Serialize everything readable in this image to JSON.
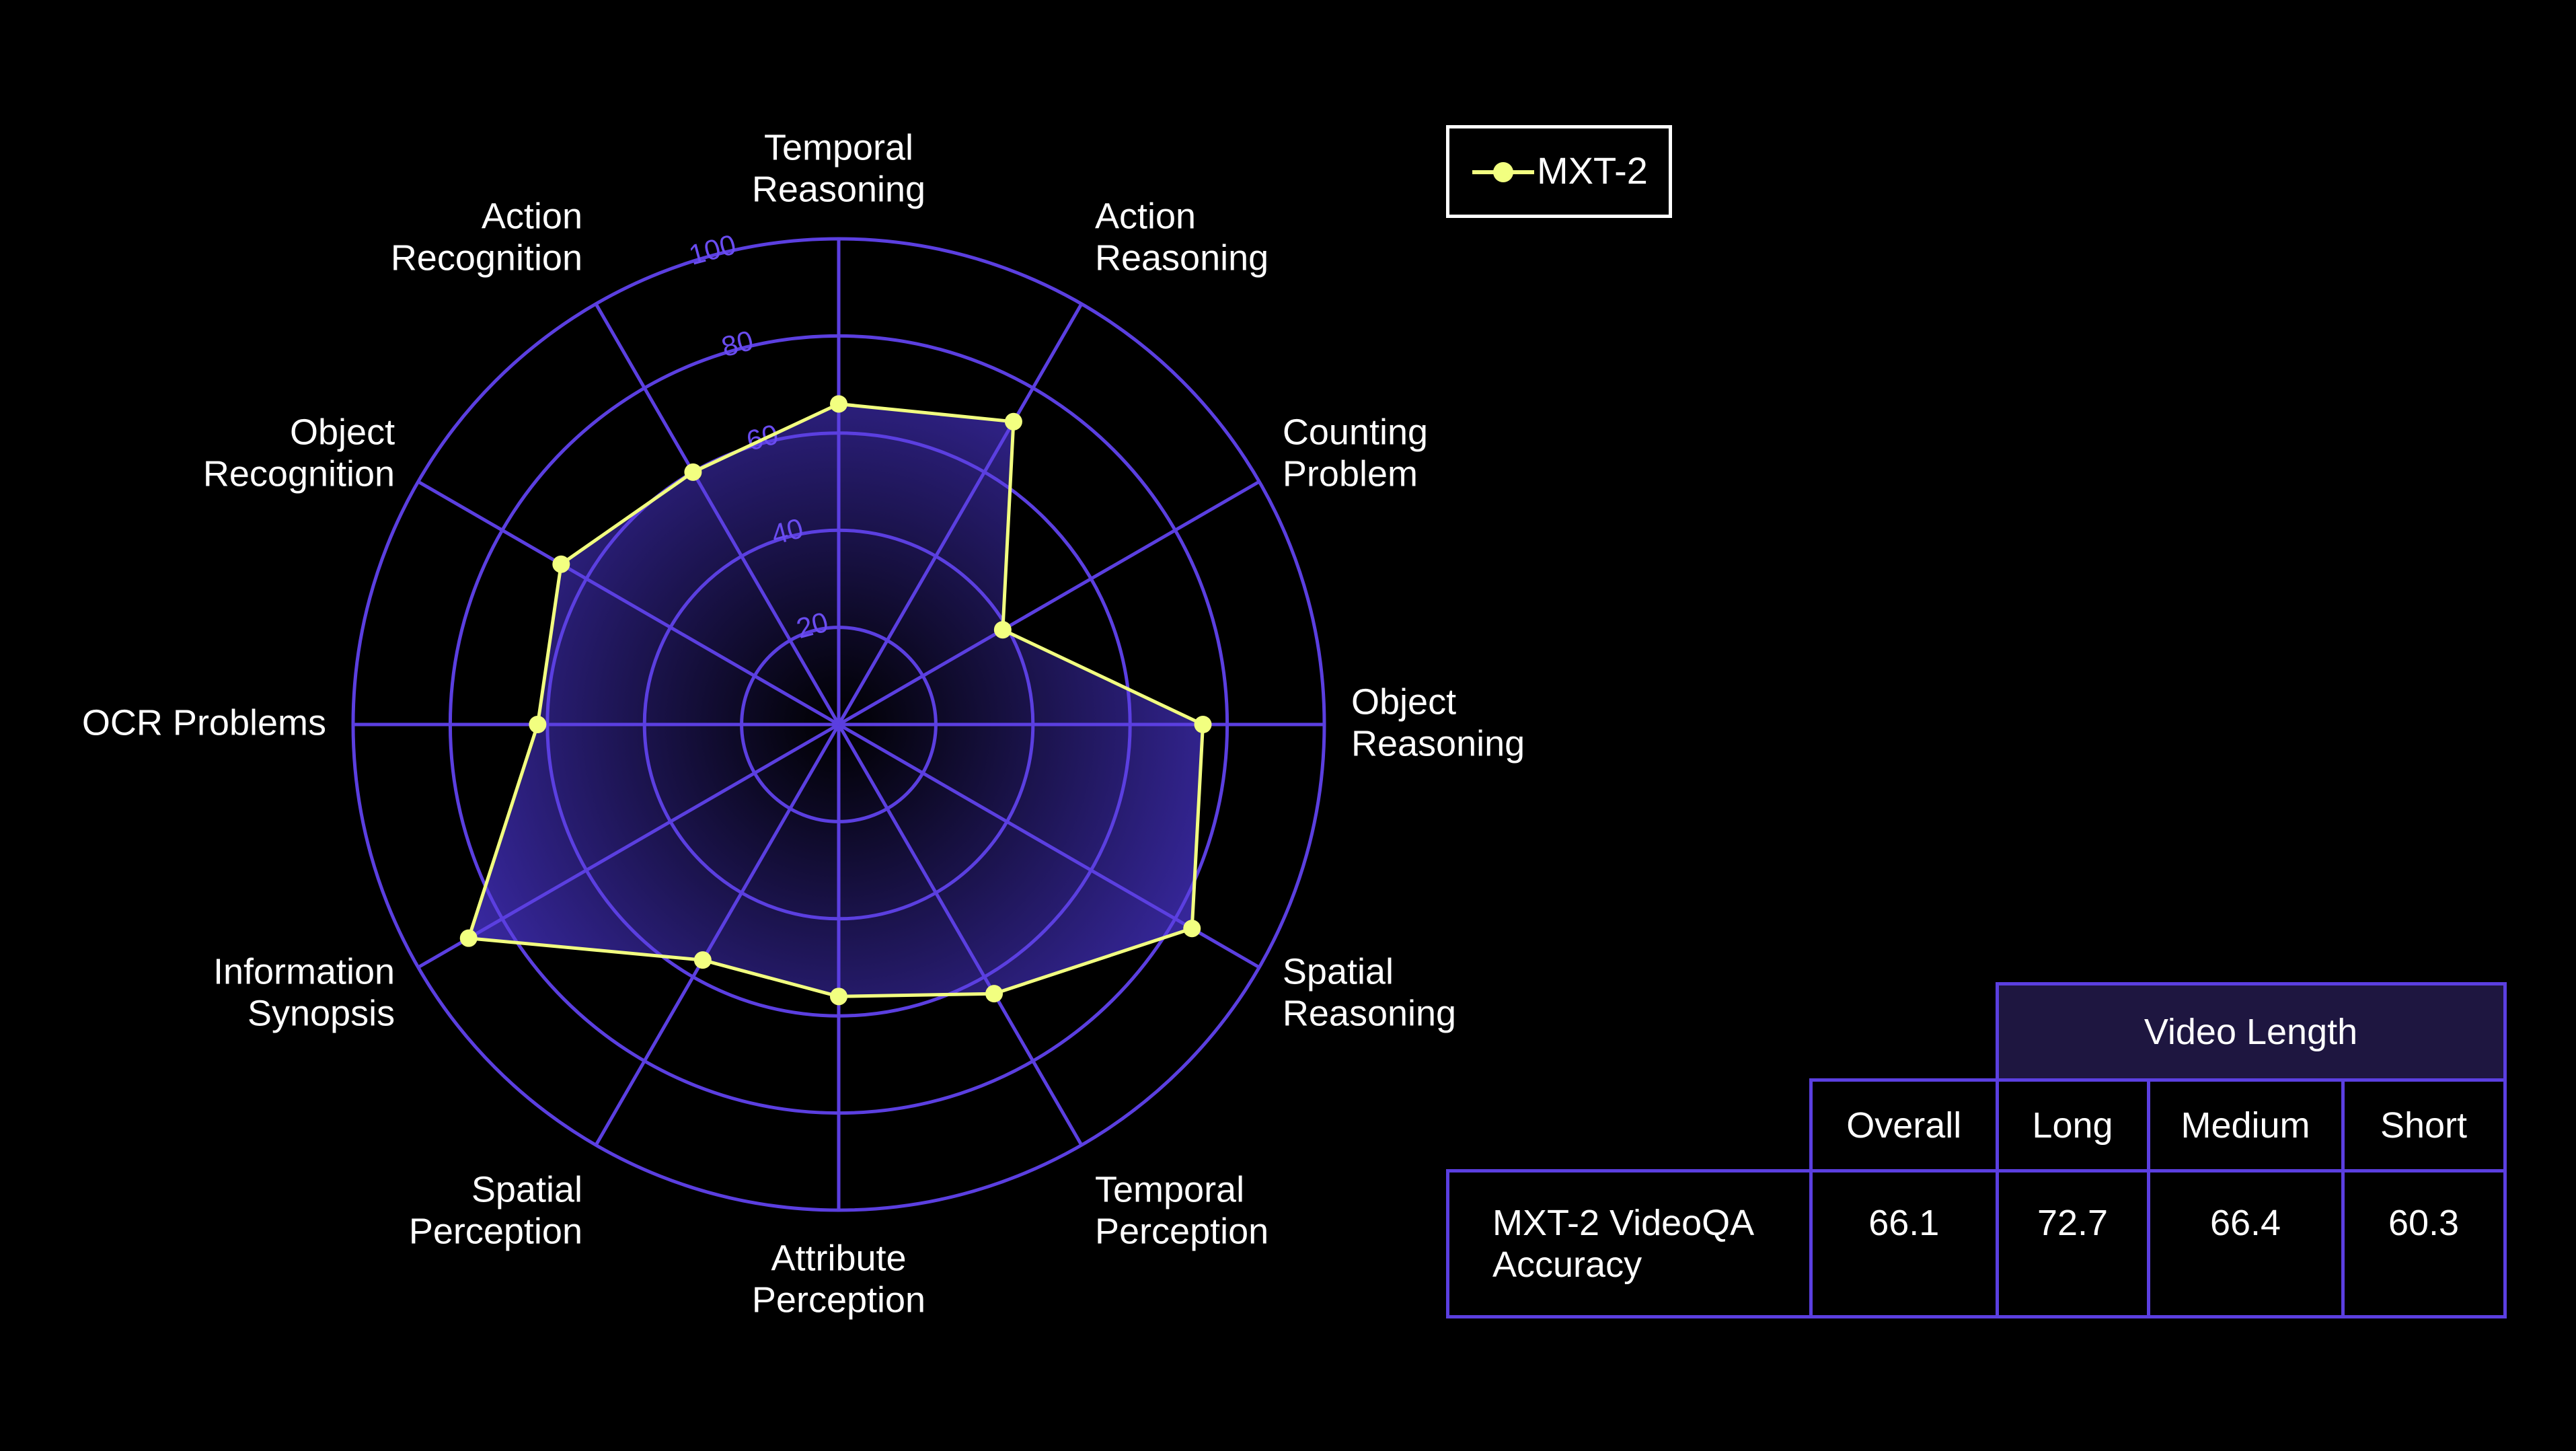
{
  "chart_data": {
    "type": "radar",
    "axes": [
      [
        "Temporal",
        "Reasoning"
      ],
      [
        "Action",
        "Reasoning"
      ],
      [
        "Counting",
        "Problem"
      ],
      [
        "Object",
        "Reasoning"
      ],
      [
        "Spatial",
        "Reasoning"
      ],
      [
        "Temporal",
        "Perception"
      ],
      [
        "Attribute",
        "Perception"
      ],
      [
        "Spatial",
        "Perception"
      ],
      [
        "Information",
        "Synopsis"
      ],
      [
        "OCR Problems"
      ],
      [
        "Object",
        "Recognition"
      ],
      [
        "Action",
        "Recognition"
      ]
    ],
    "series": [
      {
        "name": "MXT-2",
        "values": [
          66.0,
          72.0,
          39.0,
          75.0,
          84.0,
          64.0,
          56.0,
          56.0,
          88.0,
          62.0,
          66.0,
          60.0
        ]
      }
    ],
    "rlim": [
      0,
      100
    ],
    "ticks": [
      20,
      40,
      60,
      80,
      100
    ],
    "grid": true,
    "legend_position": "top-right",
    "colors": {
      "background": "#000000",
      "grid": "#5b3fe0",
      "series_line": "#f2ff80",
      "series_fill": "#3b2aa8",
      "tick_label": "#6a4cf0",
      "text": "#ffffff"
    }
  },
  "legend": {
    "label": "MXT-2"
  },
  "table": {
    "group_header": "Video Length",
    "columns": [
      "Overall",
      "Long",
      "Medium",
      "Short"
    ],
    "row_label": [
      "MXT-2 VideoQA",
      "Accuracy"
    ],
    "values": [
      "66.1",
      "72.7",
      "66.4",
      "60.3"
    ]
  }
}
